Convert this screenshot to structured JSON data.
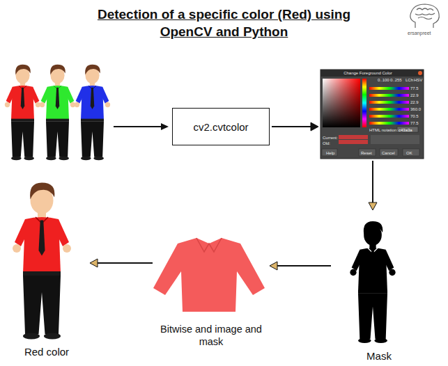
{
  "diagram": {
    "title": "Detection of a specific color (Red) using OpenCV and Python",
    "nodes": [
      {
        "text": [
          "cv2.cvtcolor"
        ]
      },
      {
        "text": [
          "Change Foreground Color",
          "0..100",
          "0..255",
          "LCh",
          "HSV",
          "77.5",
          "22.9",
          "22.9",
          "360.0",
          "70.5",
          "77.5",
          "HTML notation:",
          "c43a3a",
          "Current:",
          "Old:",
          "Help",
          "Reset",
          "Cancel",
          "OK"
        ]
      },
      {
        "text": [
          "Mask"
        ]
      },
      {
        "text": [
          "Bitwise and image and mask"
        ]
      },
      {
        "text": [
          "Red color"
        ]
      }
    ],
    "edges": [
      {
        "from": 0,
        "to": 1,
        "arrow": "to"
      },
      {
        "from": 1,
        "to": 2,
        "arrow": "to"
      },
      {
        "from": 2,
        "to": 3,
        "arrow": "to"
      },
      {
        "from": 3,
        "to": 4,
        "arrow": "to"
      }
    ],
    "labels": [
      "ersanpreet"
    ]
  }
}
